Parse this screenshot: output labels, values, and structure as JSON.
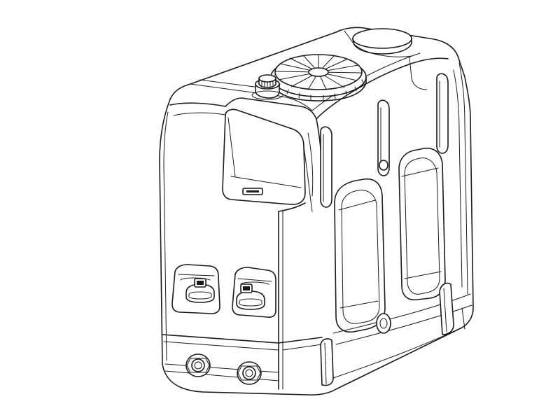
{
  "drawing": {
    "subject": "",
    "line_color": "#1a1a1a",
    "background_color": "#ffffff",
    "parts": [
      {
        "name": "tank-body",
        "icon": "tank-outline"
      },
      {
        "name": "fill-cap",
        "icon": "ribbed-cap-icon"
      },
      {
        "name": "vent-cap",
        "icon": "small-cap-icon"
      },
      {
        "name": "top-boss",
        "icon": "boss-icon"
      },
      {
        "name": "lifting-pockets",
        "icon": "handle-recess-icon"
      },
      {
        "name": "side-windows",
        "icon": "window-recess-icon"
      },
      {
        "name": "strap-channels",
        "icon": "channel-icon"
      },
      {
        "name": "bottom-ports",
        "icon": "threaded-port-icon"
      }
    ]
  }
}
